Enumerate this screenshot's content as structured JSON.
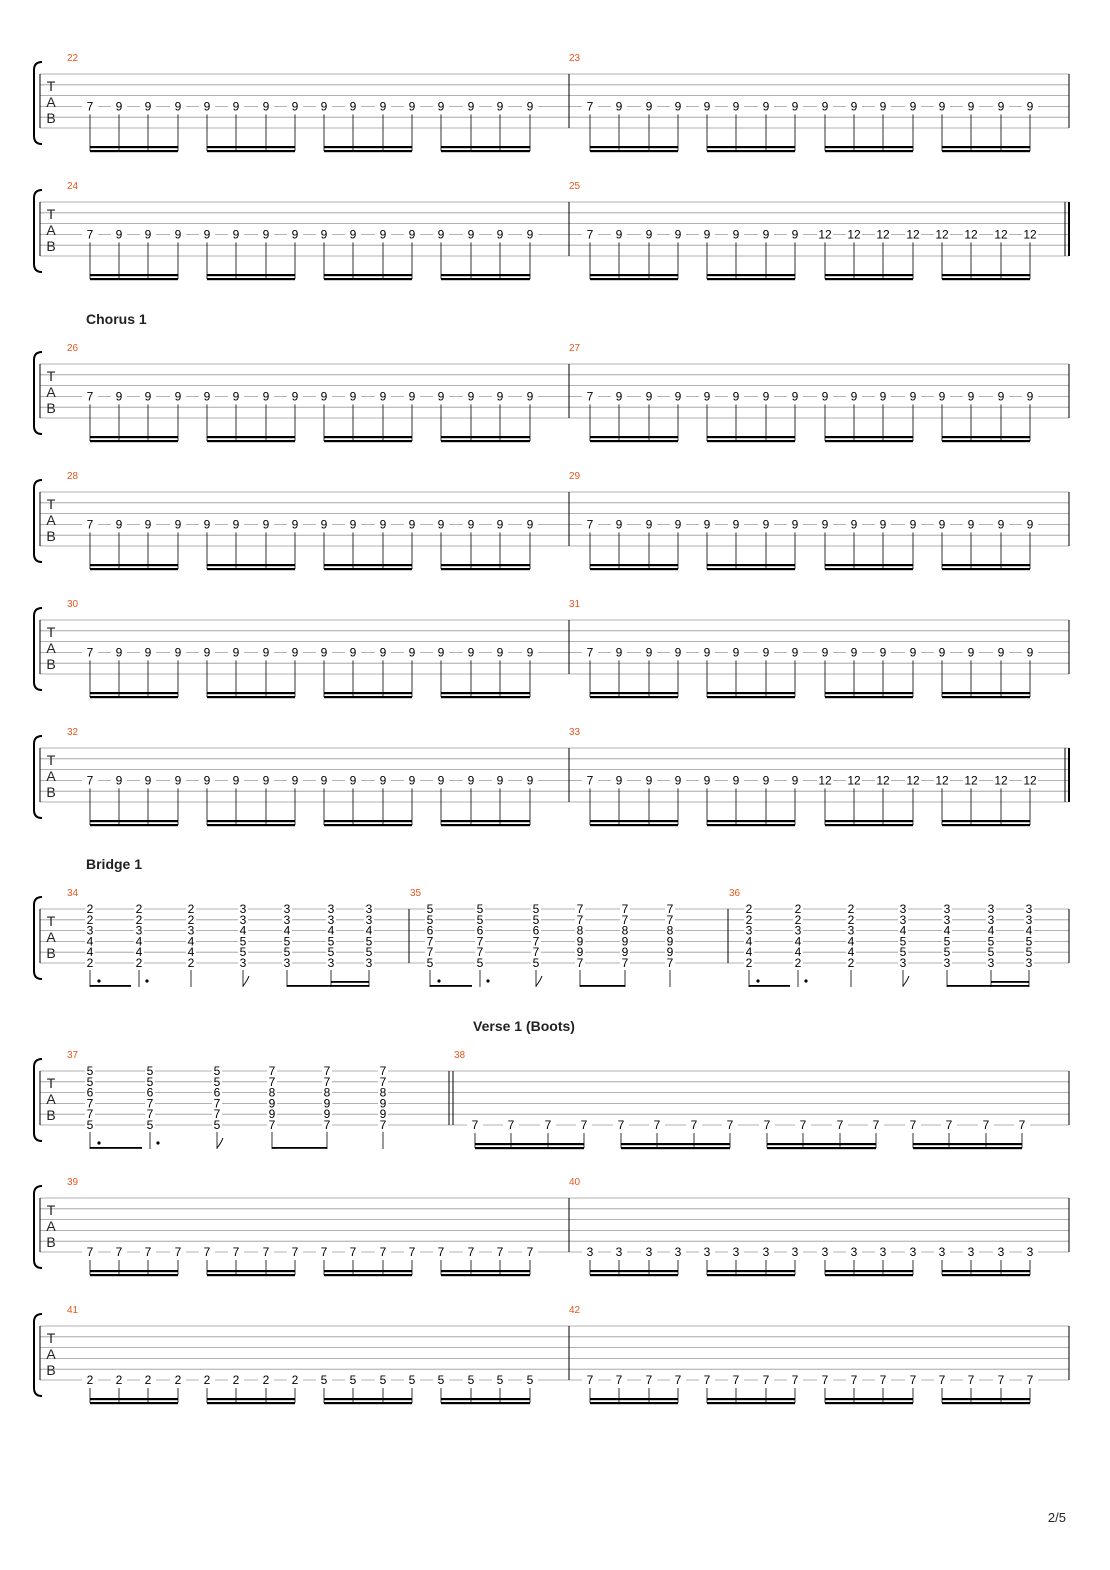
{
  "page_number": "2/5",
  "tab_letters": [
    "T",
    "A",
    "B"
  ],
  "systems": [
    {
      "bars": [
        {
          "number": "22",
          "notes": [
            "7",
            "9",
            "9",
            "9",
            "9",
            "9",
            "9",
            "9",
            "9",
            "9",
            "9",
            "9",
            "9",
            "9",
            "9",
            "9"
          ]
        },
        {
          "number": "23",
          "notes": [
            "7",
            "9",
            "9",
            "9",
            "9",
            "9",
            "9",
            "9",
            "9",
            "9",
            "9",
            "9",
            "9",
            "9",
            "9",
            "9"
          ]
        }
      ]
    },
    {
      "bars": [
        {
          "number": "24",
          "notes": [
            "7",
            "9",
            "9",
            "9",
            "9",
            "9",
            "9",
            "9",
            "9",
            "9",
            "9",
            "9",
            "9",
            "9",
            "9",
            "9"
          ]
        },
        {
          "number": "25",
          "notes": [
            "7",
            "9",
            "9",
            "9",
            "9",
            "9",
            "9",
            "9",
            "12",
            "12",
            "12",
            "12",
            "12",
            "12",
            "12",
            "12"
          ]
        }
      ],
      "double_bar_end": true
    },
    {
      "section": "Chorus 1",
      "bars": [
        {
          "number": "26",
          "notes": [
            "7",
            "9",
            "9",
            "9",
            "9",
            "9",
            "9",
            "9",
            "9",
            "9",
            "9",
            "9",
            "9",
            "9",
            "9",
            "9"
          ]
        },
        {
          "number": "27",
          "notes": [
            "7",
            "9",
            "9",
            "9",
            "9",
            "9",
            "9",
            "9",
            "9",
            "9",
            "9",
            "9",
            "9",
            "9",
            "9",
            "9"
          ]
        }
      ]
    },
    {
      "bars": [
        {
          "number": "28",
          "notes": [
            "7",
            "9",
            "9",
            "9",
            "9",
            "9",
            "9",
            "9",
            "9",
            "9",
            "9",
            "9",
            "9",
            "9",
            "9",
            "9"
          ]
        },
        {
          "number": "29",
          "notes": [
            "7",
            "9",
            "9",
            "9",
            "9",
            "9",
            "9",
            "9",
            "9",
            "9",
            "9",
            "9",
            "9",
            "9",
            "9",
            "9"
          ]
        }
      ]
    },
    {
      "bars": [
        {
          "number": "30",
          "notes": [
            "7",
            "9",
            "9",
            "9",
            "9",
            "9",
            "9",
            "9",
            "9",
            "9",
            "9",
            "9",
            "9",
            "9",
            "9",
            "9"
          ]
        },
        {
          "number": "31",
          "notes": [
            "7",
            "9",
            "9",
            "9",
            "9",
            "9",
            "9",
            "9",
            "9",
            "9",
            "9",
            "9",
            "9",
            "9",
            "9",
            "9"
          ]
        }
      ]
    },
    {
      "bars": [
        {
          "number": "32",
          "notes": [
            "7",
            "9",
            "9",
            "9",
            "9",
            "9",
            "9",
            "9",
            "9",
            "9",
            "9",
            "9",
            "9",
            "9",
            "9",
            "9"
          ]
        },
        {
          "number": "33",
          "notes": [
            "7",
            "9",
            "9",
            "9",
            "9",
            "9",
            "9",
            "9",
            "12",
            "12",
            "12",
            "12",
            "12",
            "12",
            "12",
            "12"
          ]
        }
      ],
      "double_bar_end": true
    },
    {
      "section": "Bridge 1",
      "chords": true,
      "bars": [
        {
          "number": "34",
          "chords": [
            [
              "2",
              "2",
              "3",
              "4",
              "4",
              "2"
            ],
            [
              "2",
              "2",
              "3",
              "4",
              "4",
              "2"
            ],
            [
              "2",
              "2",
              "3",
              "4",
              "4",
              "2"
            ],
            [
              "3",
              "3",
              "4",
              "5",
              "5",
              "3"
            ],
            [
              "3",
              "3",
              "4",
              "5",
              "5",
              "3"
            ],
            [
              "3",
              "3",
              "4",
              "5",
              "5",
              "3"
            ],
            [
              "3",
              "3",
              "4",
              "5",
              "5",
              "3"
            ]
          ]
        },
        {
          "number": "35",
          "chords": [
            [
              "5",
              "5",
              "6",
              "7",
              "7",
              "5"
            ],
            [
              "5",
              "5",
              "6",
              "7",
              "7",
              "5"
            ],
            [
              "5",
              "5",
              "6",
              "7",
              "7",
              "5"
            ],
            [
              "7",
              "7",
              "8",
              "9",
              "9",
              "7"
            ],
            [
              "7",
              "7",
              "8",
              "9",
              "9",
              "7"
            ],
            [
              "7",
              "7",
              "8",
              "9",
              "9",
              "7"
            ]
          ]
        },
        {
          "number": "36",
          "chords": [
            [
              "2",
              "2",
              "3",
              "4",
              "4",
              "2"
            ],
            [
              "2",
              "2",
              "3",
              "4",
              "4",
              "2"
            ],
            [
              "2",
              "2",
              "3",
              "4",
              "4",
              "2"
            ],
            [
              "3",
              "3",
              "4",
              "5",
              "5",
              "3"
            ],
            [
              "3",
              "3",
              "4",
              "5",
              "5",
              "3"
            ],
            [
              "3",
              "3",
              "4",
              "5",
              "5",
              "3"
            ],
            [
              "3",
              "3",
              "4",
              "5",
              "5",
              "3"
            ]
          ]
        }
      ]
    },
    {
      "section": "Verse 1 (Boots)",
      "bars": [
        {
          "number": "37",
          "chords": [
            [
              "5",
              "5",
              "6",
              "7",
              "7",
              "5"
            ],
            [
              "5",
              "5",
              "6",
              "7",
              "7",
              "5"
            ],
            [
              "5",
              "5",
              "6",
              "7",
              "7",
              "5"
            ],
            [
              "7",
              "7",
              "8",
              "9",
              "9",
              "7"
            ],
            [
              "7",
              "7",
              "8",
              "9",
              "9",
              "7"
            ],
            [
              "7",
              "7",
              "8",
              "9",
              "9",
              "7"
            ]
          ]
        },
        {
          "number": "38",
          "notes": [
            "7",
            "7",
            "7",
            "7",
            "7",
            "7",
            "7",
            "7",
            "7",
            "7",
            "7",
            "7",
            "7",
            "7",
            "7",
            "7"
          ]
        }
      ]
    },
    {
      "bars": [
        {
          "number": "39",
          "notes": [
            "7",
            "7",
            "7",
            "7",
            "7",
            "7",
            "7",
            "7",
            "7",
            "7",
            "7",
            "7",
            "7",
            "7",
            "7",
            "7"
          ]
        },
        {
          "number": "40",
          "notes": [
            "3",
            "3",
            "3",
            "3",
            "3",
            "3",
            "3",
            "3",
            "3",
            "3",
            "3",
            "3",
            "3",
            "3",
            "3",
            "3"
          ]
        }
      ]
    },
    {
      "bars": [
        {
          "number": "41",
          "notes": [
            "2",
            "2",
            "2",
            "2",
            "2",
            "2",
            "2",
            "2",
            "5",
            "5",
            "5",
            "5",
            "5",
            "5",
            "5",
            "5"
          ]
        },
        {
          "number": "42",
          "notes": [
            "7",
            "7",
            "7",
            "7",
            "7",
            "7",
            "7",
            "7",
            "7",
            "7",
            "7",
            "7",
            "7",
            "7",
            "7",
            "7"
          ]
        }
      ]
    }
  ]
}
